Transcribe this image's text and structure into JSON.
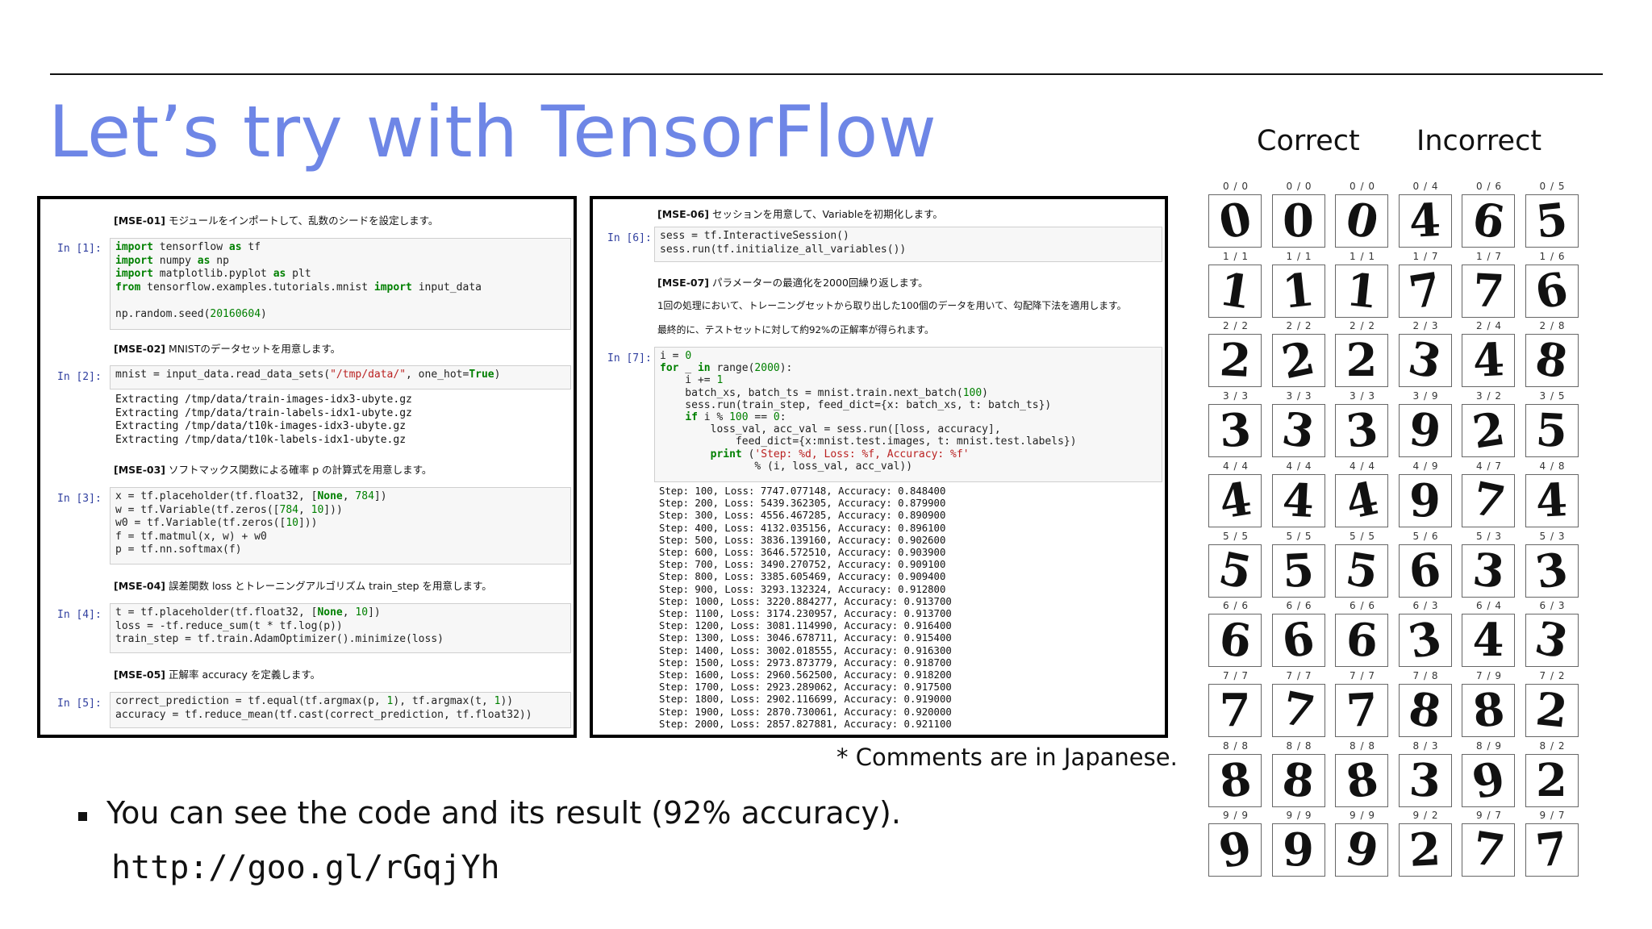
{
  "slide": {
    "title": "Let’s try with TensorFlow",
    "note": "* Comments are in Japanese.",
    "bullet": "You can see the code and its result (92% accuracy).",
    "url": "http://goo.gl/rGqjYh"
  },
  "nb1": {
    "md1_tag": "[MSE-01]",
    "md1": " モジュールをインポートして、乱数のシードを設定します。",
    "p1": "In [1]:",
    "md2_tag": "[MSE-02]",
    "md2": " MNISTのデータセットを用意します。",
    "p2": "In [2]:",
    "out2": "Extracting /tmp/data/train-images-idx3-ubyte.gz\nExtracting /tmp/data/train-labels-idx1-ubyte.gz\nExtracting /tmp/data/t10k-images-idx3-ubyte.gz\nExtracting /tmp/data/t10k-labels-idx1-ubyte.gz",
    "md3_tag": "[MSE-03]",
    "md3": " ソフトマックス関数による確率 p の計算式を用意します。",
    "p3": "In [3]:",
    "md4_tag": "[MSE-04]",
    "md4": " 誤差関数 loss とトレーニングアルゴリズム train_step を用意します。",
    "p4": "In [4]:",
    "md5_tag": "[MSE-05]",
    "md5": " 正解率 accuracy を定義します。",
    "p5": "In [5]:"
  },
  "nb2": {
    "md6_tag": "[MSE-06]",
    "md6": " セッションを用意して、Variableを初期化します。",
    "p6": "In [6]:",
    "md7_tag": "[MSE-07]",
    "md7": " パラメーターの最適化を2000回繰り返します。",
    "md7b": "1回の処理において、トレーニングセットから取り出した100個のデータを用いて、勾配降下法を適用します。",
    "md7c": "最終的に、テストセットに対して約92%の正解率が得られます。",
    "p7": "In [7]:",
    "out7": "Step: 100, Loss: 7747.077148, Accuracy: 0.848400\nStep: 200, Loss: 5439.362305, Accuracy: 0.879900\nStep: 300, Loss: 4556.467285, Accuracy: 0.890900\nStep: 400, Loss: 4132.035156, Accuracy: 0.896100\nStep: 500, Loss: 3836.139160, Accuracy: 0.902600\nStep: 600, Loss: 3646.572510, Accuracy: 0.903900\nStep: 700, Loss: 3490.270752, Accuracy: 0.909100\nStep: 800, Loss: 3385.605469, Accuracy: 0.909400\nStep: 900, Loss: 3293.132324, Accuracy: 0.912800\nStep: 1000, Loss: 3220.884277, Accuracy: 0.913700\nStep: 1100, Loss: 3174.230957, Accuracy: 0.913700\nStep: 1200, Loss: 3081.114990, Accuracy: 0.916400\nStep: 1300, Loss: 3046.678711, Accuracy: 0.915400\nStep: 1400, Loss: 3002.018555, Accuracy: 0.916300\nStep: 1500, Loss: 2973.873779, Accuracy: 0.918700\nStep: 1600, Loss: 2960.562500, Accuracy: 0.918200\nStep: 1700, Loss: 2923.289062, Accuracy: 0.917500\nStep: 1800, Loss: 2902.116699, Accuracy: 0.919000\nStep: 1900, Loss: 2870.730061, Accuracy: 0.920000\nStep: 2000, Loss: 2857.827881, Accuracy: 0.921100"
  },
  "mnist": {
    "header_correct": "Correct",
    "header_incorrect": "Incorrect",
    "rows": [
      [
        "0 / 0",
        "0 / 0",
        "0 / 0",
        "0 / 4",
        "0 / 6",
        "0 / 5"
      ],
      [
        "1 / 1",
        "1 / 1",
        "1 / 1",
        "1 / 7",
        "1 / 7",
        "1 / 6"
      ],
      [
        "2 / 2",
        "2 / 2",
        "2 / 2",
        "2 / 3",
        "2 / 4",
        "2 / 8"
      ],
      [
        "3 / 3",
        "3 / 3",
        "3 / 3",
        "3 / 9",
        "3 / 2",
        "3 / 5"
      ],
      [
        "4 / 4",
        "4 / 4",
        "4 / 4",
        "4 / 9",
        "4 / 7",
        "4 / 8"
      ],
      [
        "5 / 5",
        "5 / 5",
        "5 / 5",
        "5 / 6",
        "5 / 3",
        "5 / 3"
      ],
      [
        "6 / 6",
        "6 / 6",
        "6 / 6",
        "6 / 3",
        "6 / 4",
        "6 / 3"
      ],
      [
        "7 / 7",
        "7 / 7",
        "7 / 7",
        "7 / 8",
        "7 / 9",
        "7 / 2"
      ],
      [
        "8 / 8",
        "8 / 8",
        "8 / 8",
        "8 / 3",
        "8 / 9",
        "8 / 2"
      ],
      [
        "9 / 9",
        "9 / 9",
        "9 / 9",
        "9 / 2",
        "9 / 7",
        "9 / 7"
      ]
    ],
    "digits": [
      [
        "0",
        "0",
        "0",
        "4",
        "6",
        "5"
      ],
      [
        "1",
        "1",
        "1",
        "7",
        "7",
        "6"
      ],
      [
        "2",
        "2",
        "2",
        "3",
        "4",
        "8"
      ],
      [
        "3",
        "3",
        "3",
        "9",
        "2",
        "5"
      ],
      [
        "4",
        "4",
        "4",
        "9",
        "7",
        "4"
      ],
      [
        "5",
        "5",
        "5",
        "6",
        "3",
        "3"
      ],
      [
        "6",
        "6",
        "6",
        "3",
        "4",
        "3"
      ],
      [
        "7",
        "7",
        "7",
        "8",
        "8",
        "2"
      ],
      [
        "8",
        "8",
        "8",
        "3",
        "9",
        "2"
      ],
      [
        "9",
        "9",
        "9",
        "2",
        "7",
        "7"
      ]
    ]
  }
}
